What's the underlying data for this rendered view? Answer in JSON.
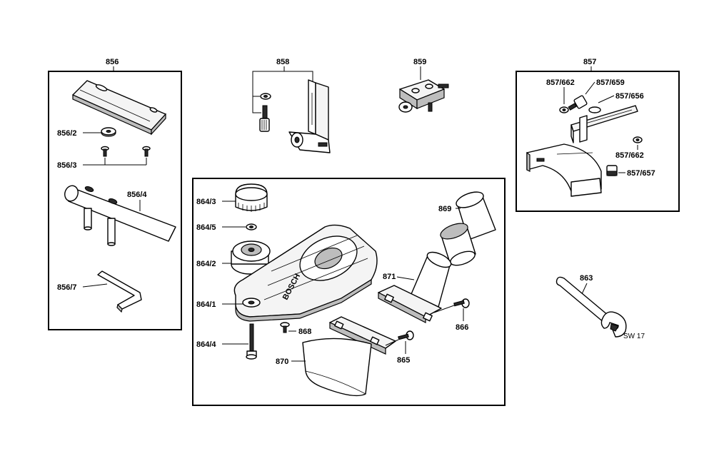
{
  "groups": {
    "g856": "856",
    "g858": "858",
    "g859": "859",
    "g857": "857",
    "g863": "863"
  },
  "labels": {
    "l856_2": "856/2",
    "l856_3": "856/3",
    "l856_4": "856/4",
    "l856_7": "856/7",
    "l857_662a": "857/662",
    "l857_659": "857/659",
    "l857_656": "857/656",
    "l857_662b": "857/662",
    "l857_657": "857/657",
    "l864_3": "864/3",
    "l864_5": "864/5",
    "l864_2": "864/2",
    "l864_1": "864/1",
    "l864_4": "864/4",
    "l868": "868",
    "l869": "869",
    "l871": "871",
    "l866": "866",
    "l870": "870",
    "l865": "865",
    "wrench_size": "SW 17"
  },
  "base_marking": "BOSCH"
}
